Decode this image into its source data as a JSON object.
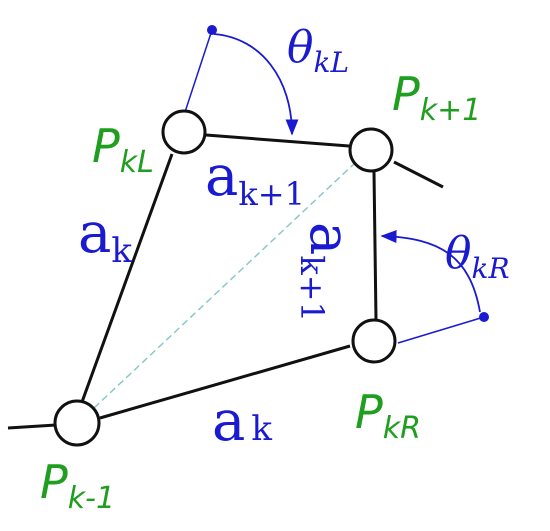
{
  "colors": {
    "point_label": "#1f9e1f",
    "length_label": "#1a1ad0",
    "angle_label": "#1a1ad0",
    "link": "#111111",
    "angle_line": "#1a1ad0",
    "diagonal": "#8cc8c8"
  },
  "points": {
    "kL": {
      "base": "P",
      "sub": "kL"
    },
    "k1": {
      "base": "P",
      "sub": "k+1"
    },
    "kR": {
      "base": "P",
      "sub": "kR"
    },
    "km1": {
      "base": "P",
      "sub": "k-1"
    }
  },
  "lengths": {
    "left": {
      "base": "a",
      "sub": "k"
    },
    "top": {
      "base": "a",
      "sub": "k+1"
    },
    "right": {
      "base": "a",
      "sub": "k+1"
    },
    "bottom": {
      "base": "a",
      "sub": "k"
    }
  },
  "angles": {
    "left": {
      "base": "θ",
      "sub": "kL"
    },
    "right": {
      "base": "θ",
      "sub": "kR"
    }
  }
}
